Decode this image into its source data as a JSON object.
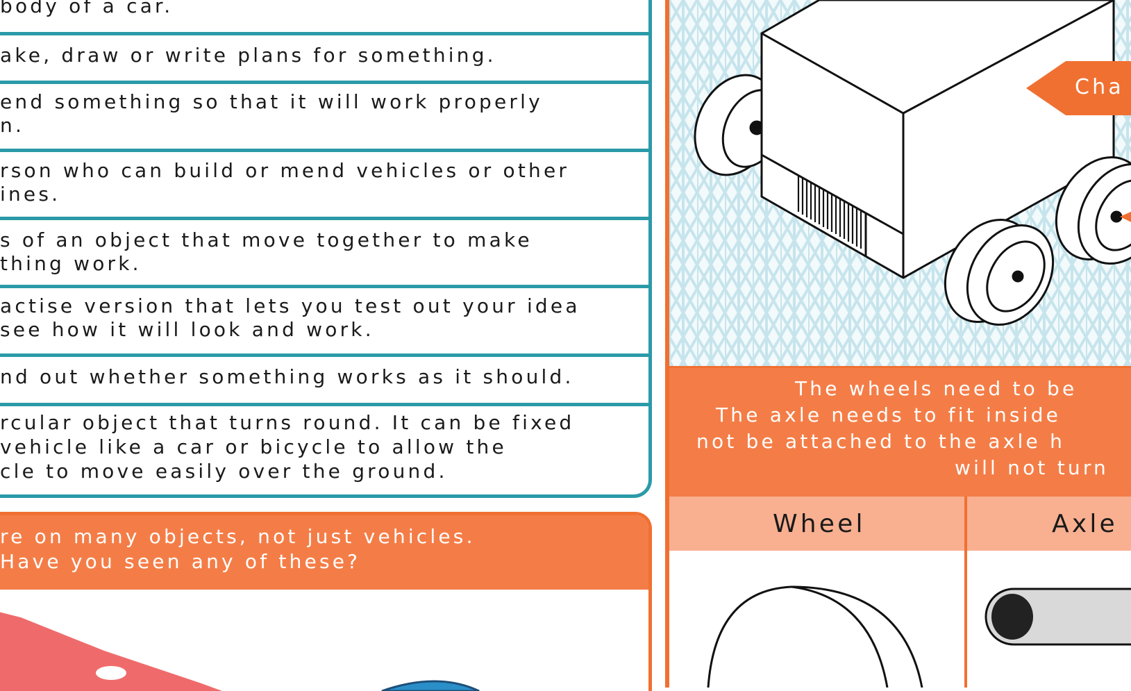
{
  "glossary": {
    "rows": [
      {
        "lines": [
          "body of a car."
        ]
      },
      {
        "lines": [
          "ake, draw or write plans for something."
        ]
      },
      {
        "lines": [
          "end something so that it will work properly",
          "n."
        ]
      },
      {
        "lines": [
          "rson who can build or mend vehicles or other",
          "ines."
        ]
      },
      {
        "lines": [
          "s of an object that move together to make",
          "thing work."
        ]
      },
      {
        "lines": [
          "actise version that lets you test out your idea",
          " see how it will look and work."
        ]
      },
      {
        "lines": [
          "nd out whether something works as it should."
        ]
      },
      {
        "lines": [
          "rcular object that turns round. It can be fixed",
          " vehicle like a car or bicycle to allow the",
          "cle to move easily over the ground."
        ]
      }
    ]
  },
  "examples_box": {
    "lines": [
      "re on many objects, not just vehicles.",
      "Have you seen any of these?"
    ]
  },
  "diagram": {
    "tag_label": "Cha",
    "info_lines": [
      "The wheels need to be",
      "The axle needs to fit inside",
      "not be attached to the axle h",
      "will not turn"
    ],
    "columns": [
      "Wheel",
      "Axle"
    ]
  },
  "colors": {
    "teal": "#2b9aa8",
    "orange": "#f47d47",
    "peach": "#f8b090",
    "grid": "#c6e4ec"
  }
}
